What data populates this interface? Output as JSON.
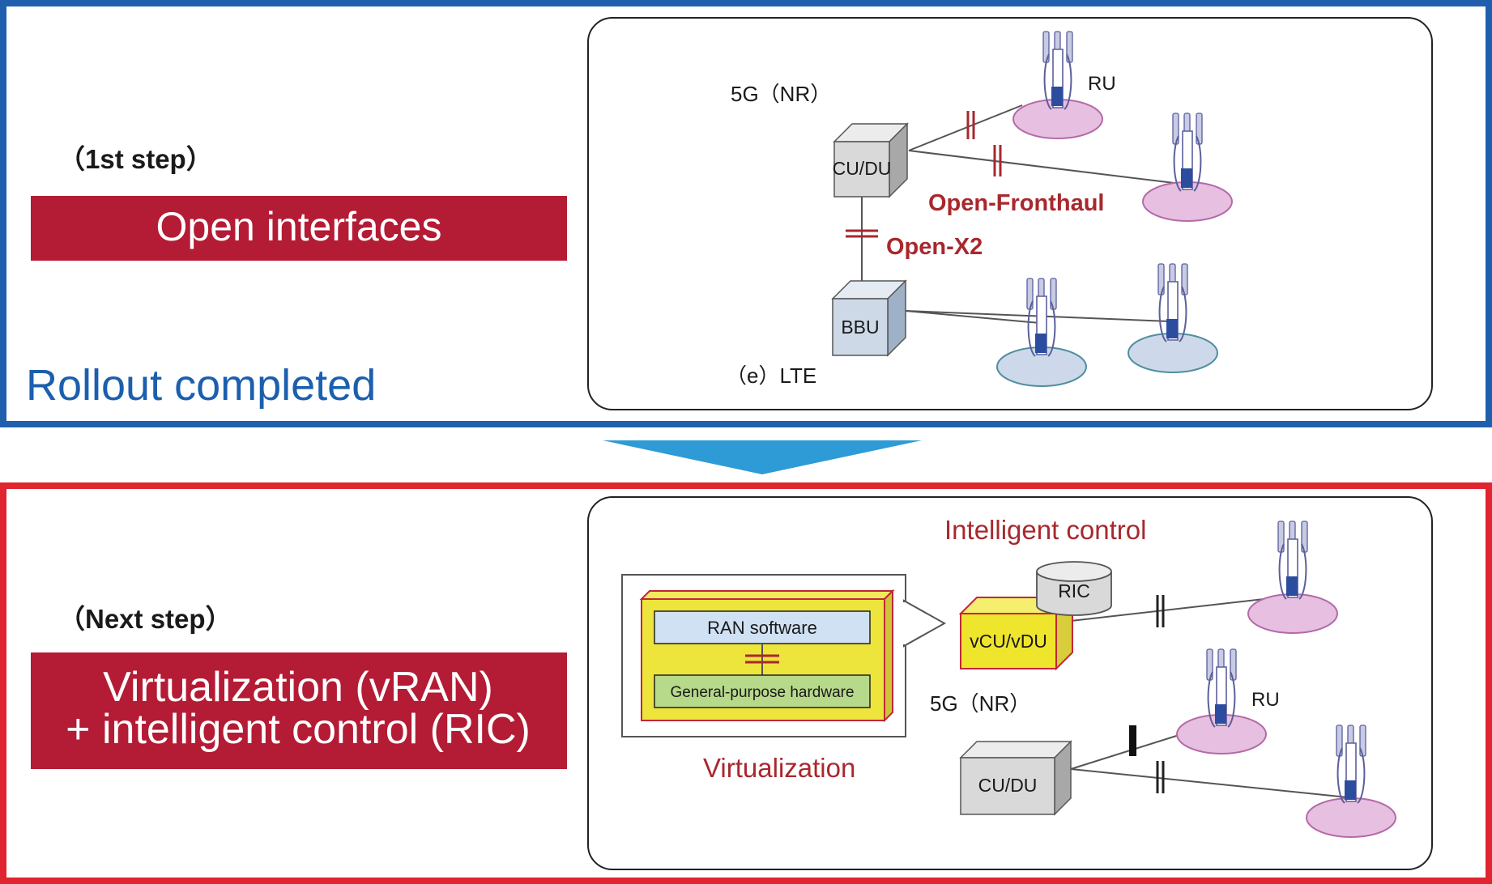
{
  "top": {
    "step": "（1st step）",
    "band": "Open interfaces",
    "status": "Rollout completed",
    "nr_label": "5G（NR）",
    "ru_label": "RU",
    "cudu": "CU/DU",
    "bbu": "BBU",
    "lte_label": "（e）LTE",
    "open_fronthaul": "Open-Fronthaul",
    "open_x2": "Open-X2"
  },
  "bottom": {
    "step": "（Next step）",
    "band_line1": "Virtualization (vRAN)",
    "band_line2": "+ intelligent control (RIC)",
    "ran_software": "RAN software",
    "gp_hardware": "General-purpose hardware",
    "virtualization": "Virtualization",
    "intelligent_control": "Intelligent control",
    "ric": "RIC",
    "vcudu": "vCU/vDU",
    "nr_label": "5G（NR）",
    "ru_label": "RU",
    "cudu": "CU/DU"
  },
  "colors": {
    "top_frame": "#1f5fae",
    "bottom_frame": "#e02430",
    "band": "#b41b34",
    "arrow": "#2e9ad6",
    "nr_cell": "#e7bfe0",
    "lte_cell": "#cdd9ea",
    "redlabel": "#a8282d"
  }
}
